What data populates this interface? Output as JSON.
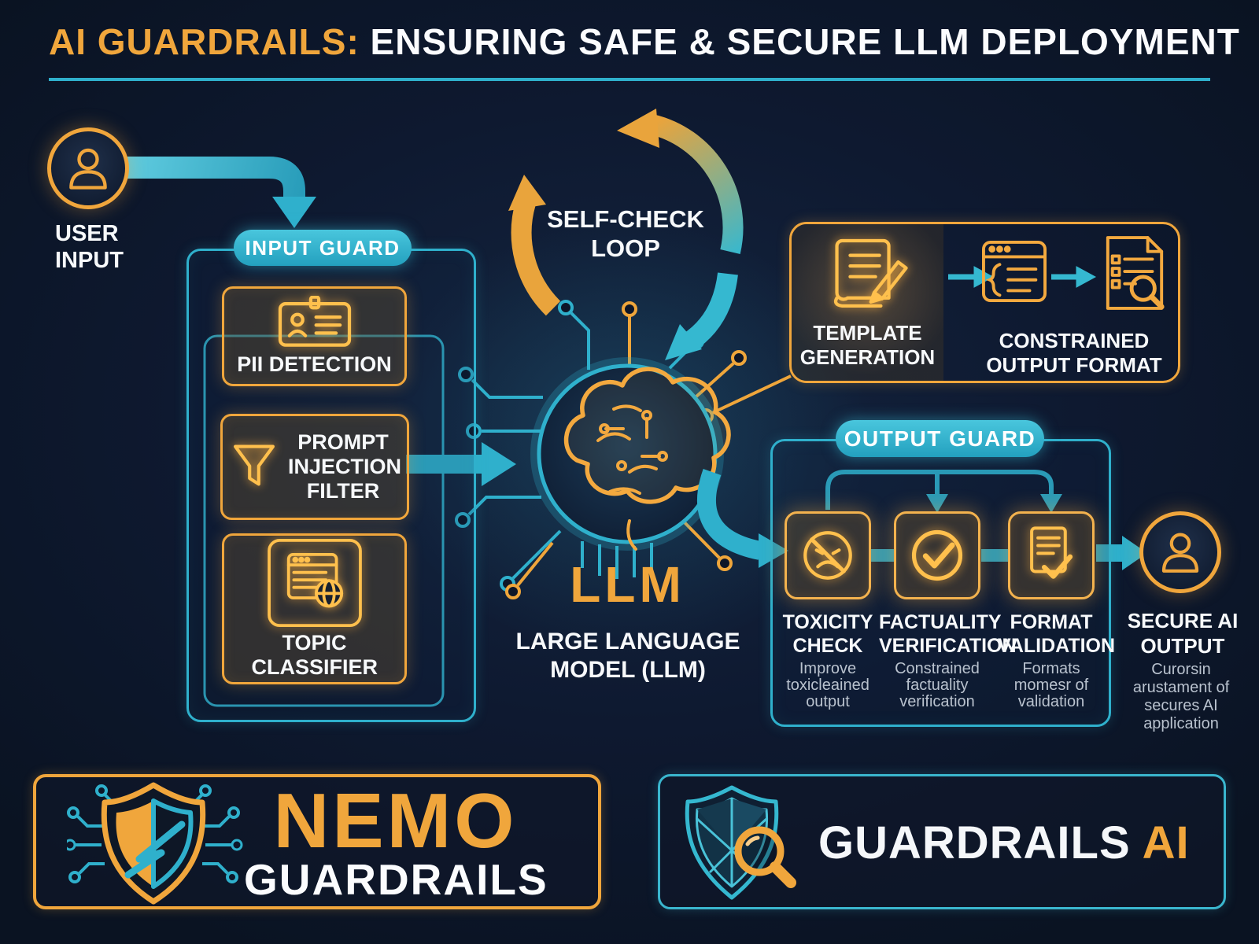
{
  "colors": {
    "background": "#0C1422",
    "orange": "#F0A63C",
    "teal": "#2FB0CC",
    "panel": "#101B30",
    "text": "#F5F7FA",
    "muted": "#B9C2CE"
  },
  "header": {
    "title_highlight": "AI GUARDRAILS:",
    "title_rest": " ENSURING SAFE & SECURE LLM DEPLOYMENT"
  },
  "flow": {
    "user_input_label": "USER INPUT",
    "input_guard": {
      "title": "INPUT GUARD",
      "items": [
        {
          "label": "PII DETECTION",
          "icon": "id-card-icon"
        },
        {
          "label": "PROMPT INJECTION FILTER",
          "icon": "funnel-icon"
        },
        {
          "label": "TOPIC CLASSIFIER",
          "icon": "browser-globe-icon"
        }
      ]
    },
    "self_check_label": "SELF-CHECK LOOP",
    "llm": {
      "name": "LLM",
      "full_name": "LARGE LANGUAGE MODEL (LLM)"
    },
    "template_panel": {
      "template_label": "TEMPLATE GENERATION",
      "constrained_label": "CONSTRAINED OUTPUT FORMAT"
    },
    "output_guard": {
      "title": "OUTPUT GUARD",
      "items": [
        {
          "label": "TOXICITY CHECK",
          "desc": "Improve toxicleained output",
          "icon": "no-toxicity-icon"
        },
        {
          "label": "FACTUALITY VERIFICATION",
          "desc": "Constrained factuality verification",
          "icon": "check-circle-icon"
        },
        {
          "label": "FORMAT VALIDATION",
          "desc": "Formats momesr of validation",
          "icon": "document-check-icon"
        }
      ]
    },
    "secure_output": {
      "label": "SECURE AI OUTPUT",
      "desc": "Curorsin arustament of secures AI application"
    }
  },
  "footer": {
    "nemo": {
      "title": "NEMO",
      "subtitle": "GUARDRAILS"
    },
    "guardrails_ai": {
      "title": "GUARDRAILS",
      "suffix": " AI"
    }
  }
}
